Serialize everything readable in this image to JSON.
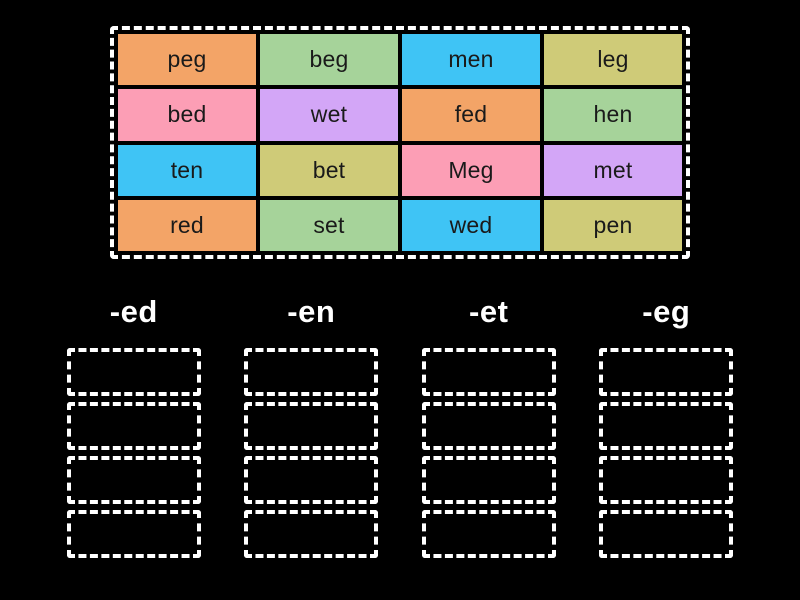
{
  "page": {
    "background_color": "#000000",
    "activity_type": "word-sort-drag-and-drop"
  },
  "word_bank": {
    "border_color": "#ffffff",
    "columns": 4,
    "rows": 4,
    "tiles": [
      {
        "label": "peg",
        "color": "#F3A467"
      },
      {
        "label": "beg",
        "color": "#A6D39A"
      },
      {
        "label": "men",
        "color": "#3FC4F5"
      },
      {
        "label": "leg",
        "color": "#CFCB78"
      },
      {
        "label": "bed",
        "color": "#FC9EB5"
      },
      {
        "label": "wet",
        "color": "#D3A6F7"
      },
      {
        "label": "fed",
        "color": "#F3A467"
      },
      {
        "label": "hen",
        "color": "#A6D39A"
      },
      {
        "label": "ten",
        "color": "#3FC4F5"
      },
      {
        "label": "bet",
        "color": "#CFCB78"
      },
      {
        "label": "Meg",
        "color": "#FC9EB5"
      },
      {
        "label": "met",
        "color": "#D3A6F7"
      },
      {
        "label": "red",
        "color": "#F3A467"
      },
      {
        "label": "set",
        "color": "#A6D39A"
      },
      {
        "label": "wed",
        "color": "#3FC4F5"
      },
      {
        "label": "pen",
        "color": "#CFCB78"
      }
    ]
  },
  "categories": [
    {
      "header": "-ed",
      "slots": [
        "",
        "",
        "",
        ""
      ]
    },
    {
      "header": "-en",
      "slots": [
        "",
        "",
        "",
        ""
      ]
    },
    {
      "header": "-et",
      "slots": [
        "",
        "",
        "",
        ""
      ]
    },
    {
      "header": "-eg",
      "slots": [
        "",
        "",
        "",
        ""
      ]
    }
  ]
}
